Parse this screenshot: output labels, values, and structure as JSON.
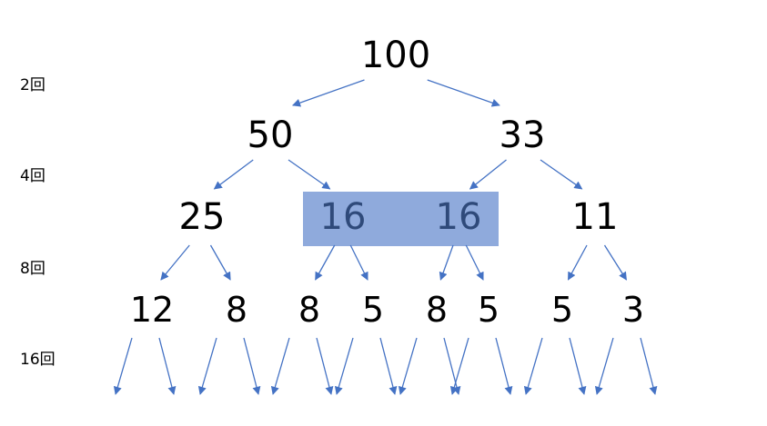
{
  "levels": [
    {
      "label": "2回"
    },
    {
      "label": "4回"
    },
    {
      "label": "8回"
    },
    {
      "label": "16回"
    }
  ],
  "nodes": [
    {
      "value": "100",
      "depth": 0
    },
    {
      "value": "50",
      "depth": 1
    },
    {
      "value": "33",
      "depth": 1
    },
    {
      "value": "25",
      "depth": 2
    },
    {
      "value": "16",
      "depth": 2,
      "highlighted": true
    },
    {
      "value": "16",
      "depth": 2,
      "highlighted": true
    },
    {
      "value": "11",
      "depth": 2
    },
    {
      "value": "12",
      "depth": 3
    },
    {
      "value": "8",
      "depth": 3
    },
    {
      "value": "8",
      "depth": 3
    },
    {
      "value": "5",
      "depth": 3
    },
    {
      "value": "8",
      "depth": 3
    },
    {
      "value": "5",
      "depth": 3
    },
    {
      "value": "5",
      "depth": 3
    },
    {
      "value": "3",
      "depth": 3
    }
  ],
  "colors": {
    "edge": "#4472c4",
    "highlight_fill": "#8faadc",
    "highlight_text": "#2f4a7a",
    "text": "#000000"
  }
}
